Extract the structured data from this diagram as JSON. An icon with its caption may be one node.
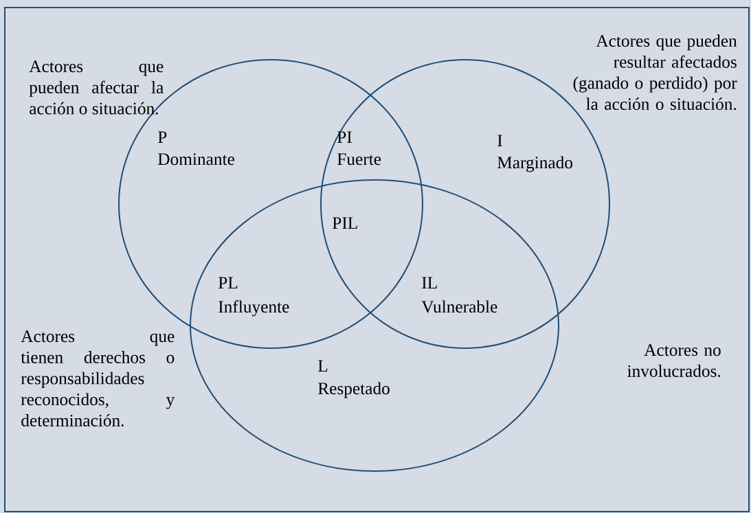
{
  "diagram": {
    "nodes": [
      {
        "text": [],
        "shape": "box"
      },
      {
        "text": [],
        "shape": "ellipse",
        "in": 0
      },
      {
        "text": [],
        "shape": "ellipse",
        "in": 0
      },
      {
        "text": [],
        "shape": "ellipse",
        "in": 0
      }
    ],
    "edges": [],
    "labels": [
      "Actores que pueden resultar afectados (ganado o perdido) por la acción o situación.",
      "Actores que pueden afectar la acción o situación.",
      "P",
      "Dominante",
      "PI",
      "Fuerte",
      "I",
      "Marginado",
      "PIL",
      "PL",
      "Influyente",
      "IL",
      "Vulnerable",
      "Actores que tienen derechos o responsabilidades reconocidos, y determinación.",
      "Actores no involucrados.",
      "L",
      "Respetado"
    ]
  }
}
